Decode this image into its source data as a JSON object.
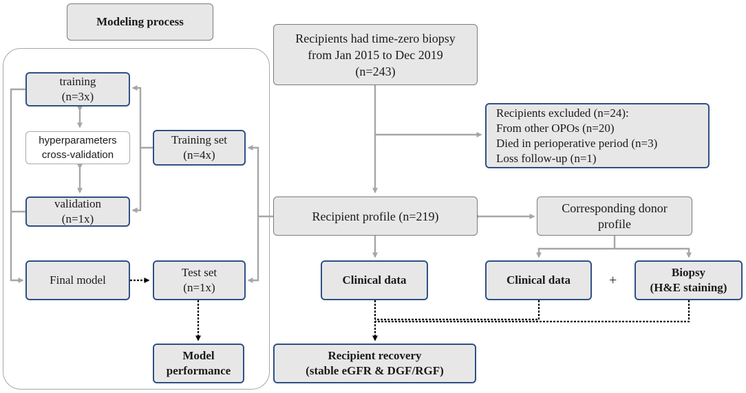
{
  "modeling": {
    "title": "Modeling process",
    "training": [
      "training",
      "(n=3x)"
    ],
    "hyper": [
      "hyperparameters",
      "cross-validation"
    ],
    "validation": [
      "validation",
      "(n=1x)"
    ],
    "final_model": "Final model",
    "training_set": [
      "Training set",
      "(n=4x)"
    ],
    "test_set": [
      "Test set",
      "(n=1x)"
    ],
    "model_performance": [
      "Model",
      "performance"
    ]
  },
  "flow": {
    "recipients": [
      "Recipients had time-zero biopsy",
      "from Jan 2015 to Dec 2019",
      "(n=243)"
    ],
    "excluded": [
      "Recipients excluded (n=24):",
      "From other OPOs (n=20)",
      "Died in perioperative period (n=3)",
      "Loss follow-up (n=1)"
    ],
    "recipient_profile": "Recipient profile (n=219)",
    "donor_profile": [
      "Corresponding donor",
      "profile"
    ],
    "clinical_data_recipient": "Clinical data",
    "clinical_data_donor": "Clinical data",
    "plus": "+",
    "biopsy": [
      "Biopsy",
      "(H&E staining)"
    ],
    "recovery": [
      "Recipient recovery",
      "(stable eGFR & DGF/RGF)"
    ]
  },
  "colors": {
    "box_fill": "#e7e7e7",
    "box_border": "#7b7b7b",
    "accent_border": "#2f4f86",
    "connector": "#a6a6a6",
    "dotted_arrow": "#000000"
  }
}
